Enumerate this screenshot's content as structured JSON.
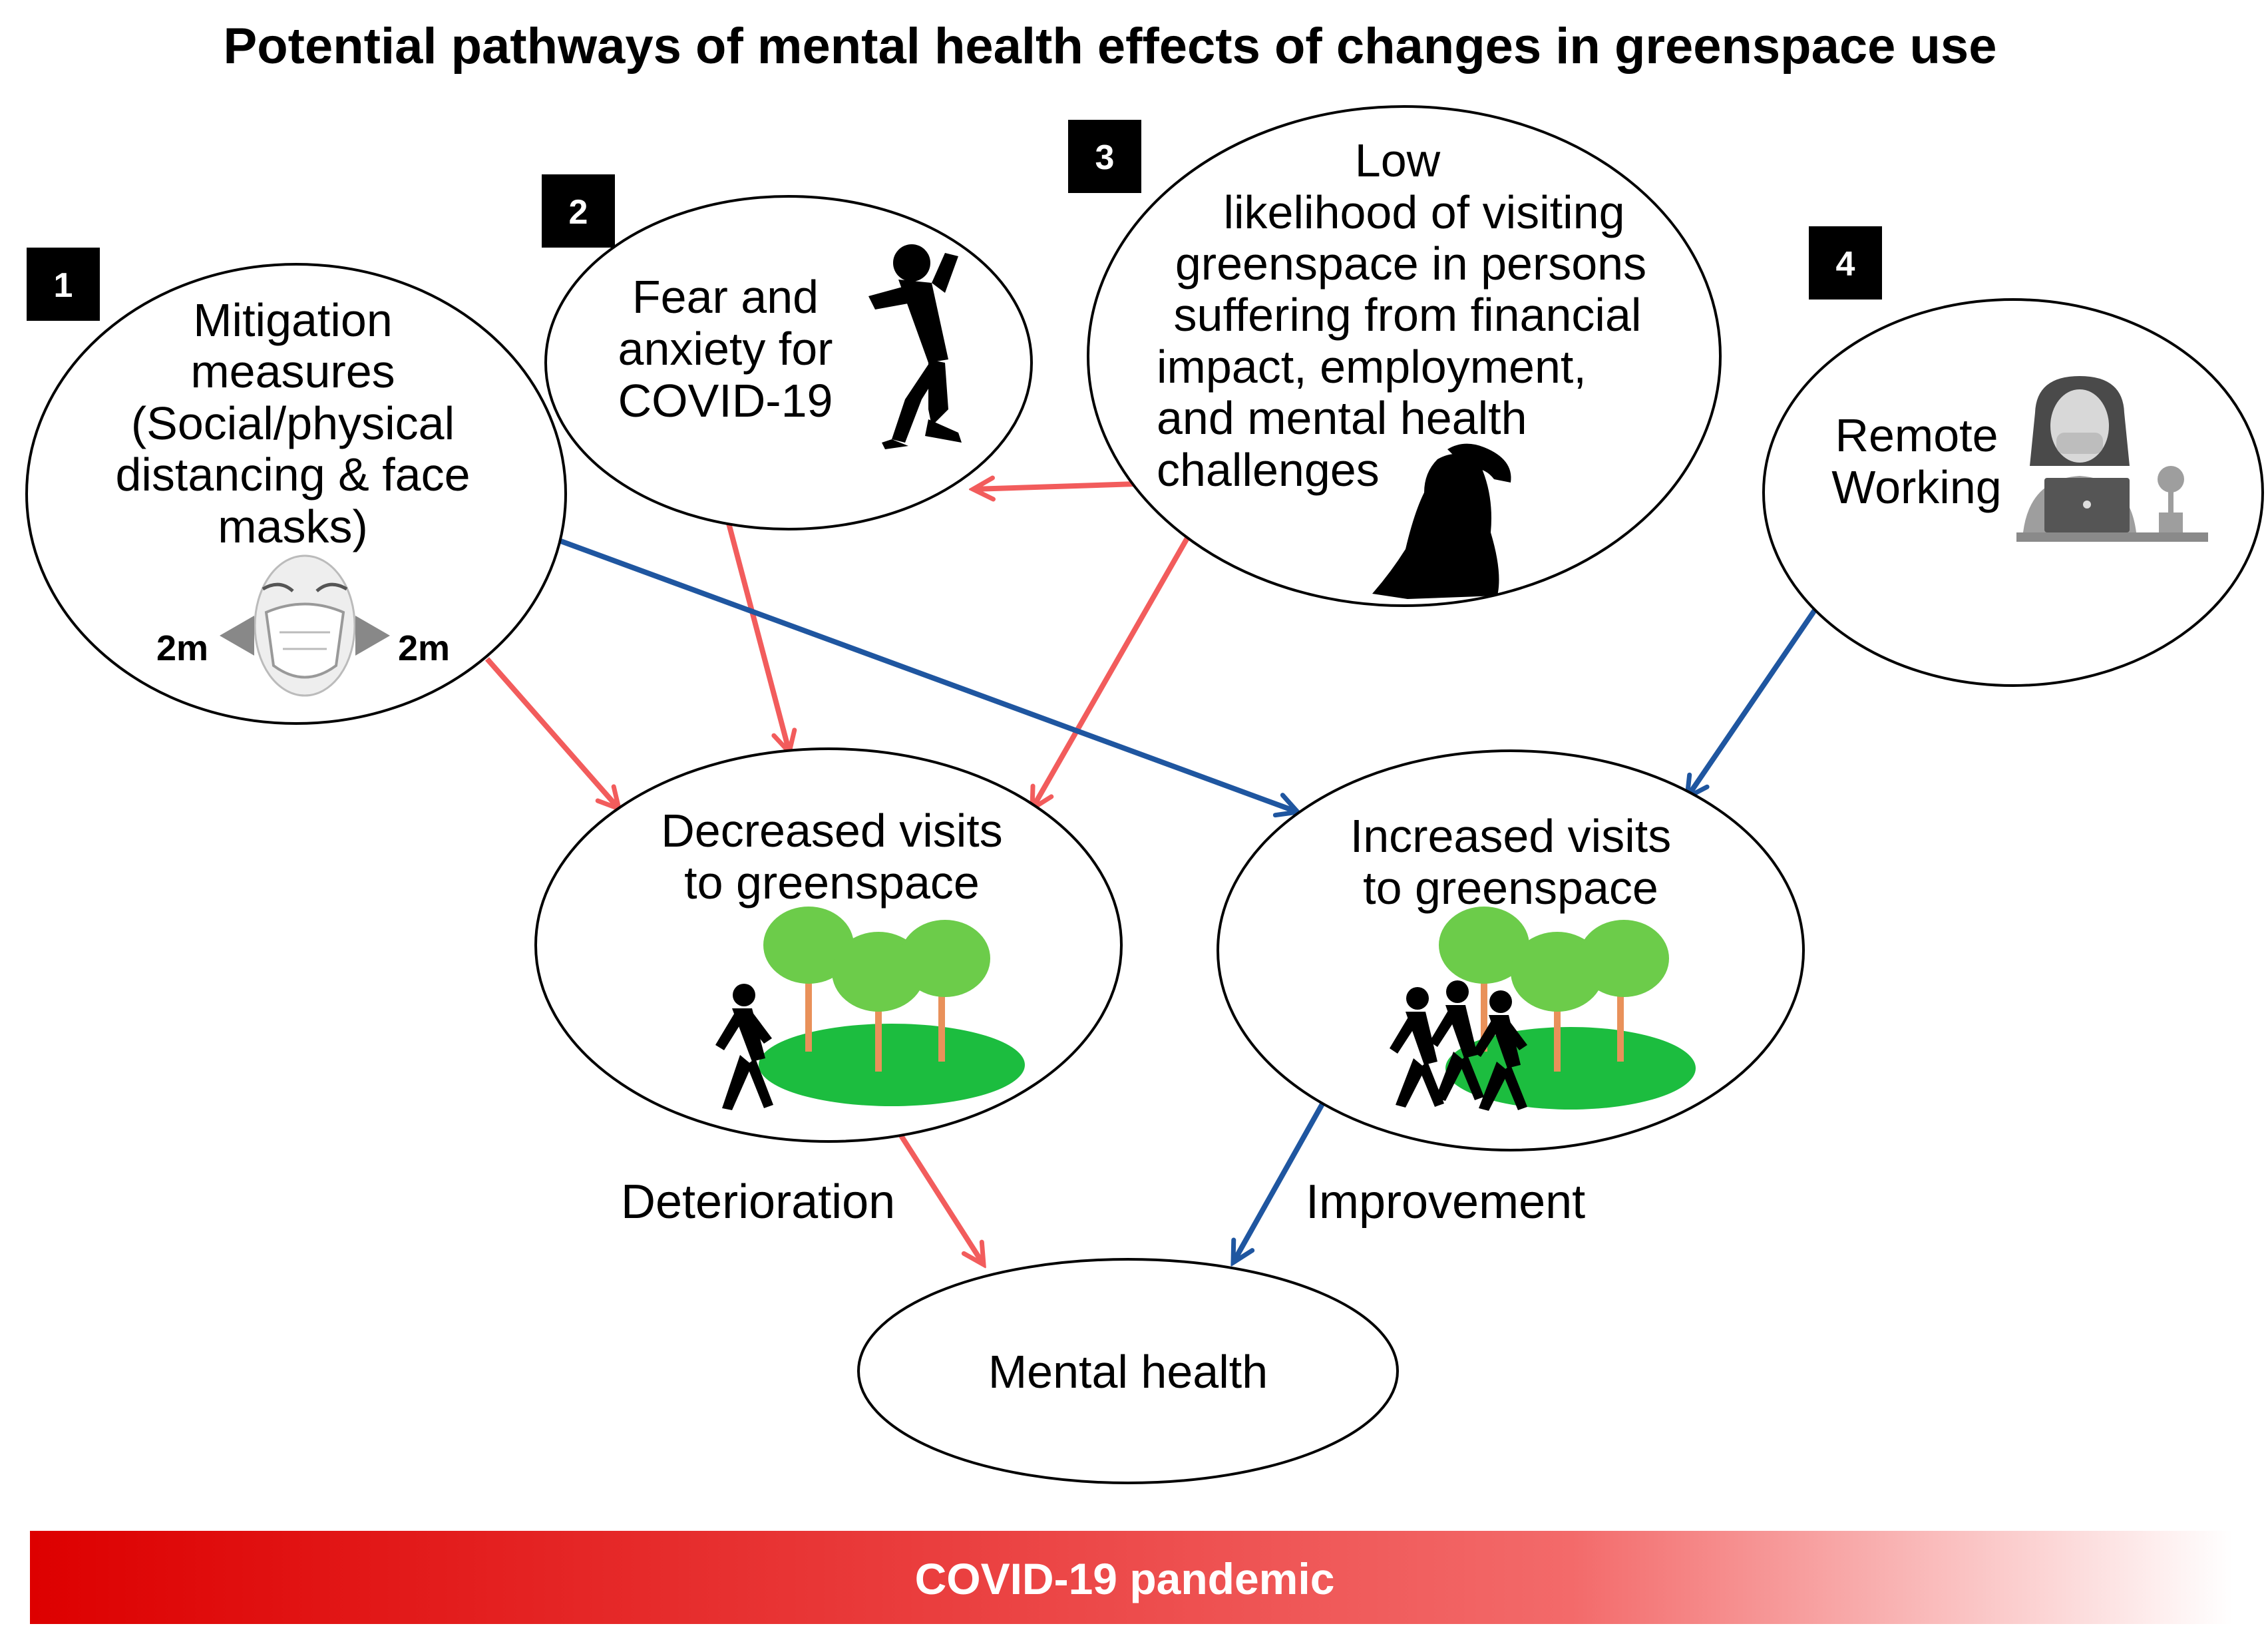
{
  "title": "Potential pathways of mental health effects of changes in greenspace use",
  "nodes": {
    "mitigation": {
      "badge": "1",
      "lines": [
        "Mitigation",
        "measures",
        "(Social/physical",
        "distancing & face",
        "masks)"
      ],
      "distance_left": "2m",
      "distance_right": "2m",
      "icon": "face-mask-icon"
    },
    "fear": {
      "badge": "2",
      "lines": [
        "Fear and",
        "anxiety for",
        "COVID-19"
      ],
      "icon": "anxious-person-icon"
    },
    "low_likelihood": {
      "badge": "3",
      "lines": [
        "Low",
        "likelihood of visiting",
        "greenspace in persons",
        "suffering from financial",
        "impact, employment,",
        "and mental health",
        "challenges"
      ],
      "icon": "sitting-person-icon"
    },
    "remote": {
      "badge": "4",
      "lines": [
        "Remote",
        "Working"
      ],
      "icon": "laptop-worker-icon"
    },
    "decreased": {
      "lines": [
        "Decreased visits",
        "to greenspace"
      ],
      "icon": "single-walker-park-icon"
    },
    "increased": {
      "lines": [
        "Increased visits",
        "to greenspace"
      ],
      "icon": "group-walkers-park-icon"
    },
    "mental": {
      "lines": [
        "Mental health"
      ]
    }
  },
  "edges": [
    {
      "from": "low_likelihood",
      "to": "fear",
      "color": "negative"
    },
    {
      "from": "mitigation",
      "to": "decreased",
      "color": "negative"
    },
    {
      "from": "fear",
      "to": "decreased",
      "color": "negative"
    },
    {
      "from": "low_likelihood",
      "to": "decreased",
      "color": "negative"
    },
    {
      "from": "mitigation",
      "to": "increased",
      "color": "positive"
    },
    {
      "from": "remote",
      "to": "increased",
      "color": "positive"
    },
    {
      "from": "decreased",
      "to": "mental",
      "color": "negative",
      "label": "Deterioration"
    },
    {
      "from": "increased",
      "to": "mental",
      "color": "positive",
      "label": "Improvement"
    }
  ],
  "banner": {
    "label": "COVID-19 pandemic"
  },
  "colors": {
    "negative": "#f25c5c",
    "positive": "#1f56a0",
    "banner_start": "#dd0000",
    "banner_end": "#ffffff",
    "tree_leaf": "#6ccc4a",
    "trunk": "#e9915a",
    "grass": "#1cbd3f"
  }
}
